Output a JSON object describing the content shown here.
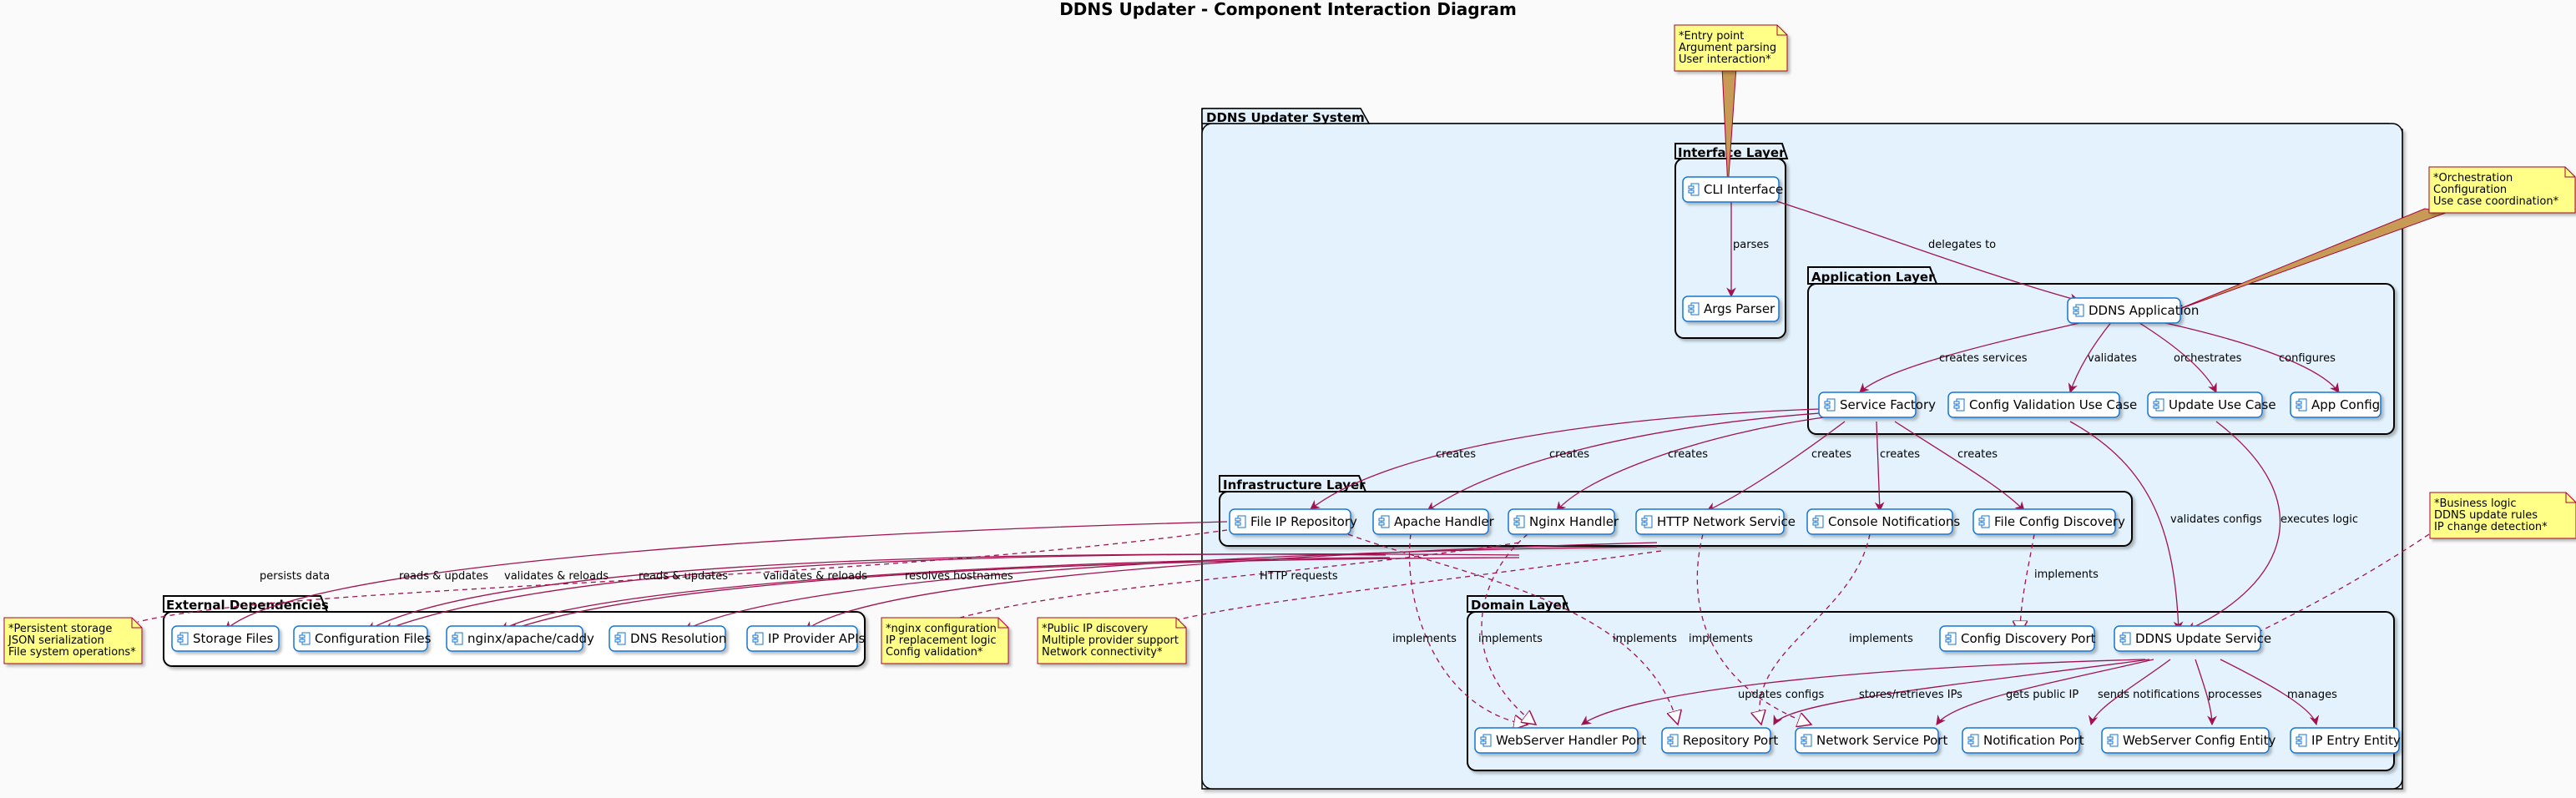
{
  "title": "DDNS Updater - Component Interaction Diagram",
  "colors": {
    "background": "#fafafa",
    "package_fill": "#e3f2fd",
    "package_border": "#000000",
    "component_fill": "#ffffff",
    "component_border": "#1976d2",
    "arrow": "#a0134f",
    "note_fill": "#ffff88",
    "note_border": "#a80036"
  },
  "packages": {
    "system": "DDNS Updater System",
    "interface": "Interface Layer",
    "application": "Application Layer",
    "infrastructure": "Infrastructure Layer",
    "domain": "Domain Layer",
    "external": "External Dependencies"
  },
  "components": {
    "cli": "CLI Interface",
    "args": "Args Parser",
    "ddns_app": "DDNS Application",
    "factory": "Service Factory",
    "config_val": "Config Validation Use Case",
    "update_uc": "Update Use Case",
    "app_config": "App Config",
    "file_ip_repo": "File IP Repository",
    "apache": "Apache Handler",
    "nginx": "Nginx Handler",
    "http_net": "HTTP Network Service",
    "console_notif": "Console Notifications",
    "file_config_disc": "File Config Discovery",
    "config_disc_port": "Config Discovery Port",
    "ddns_update_svc": "DDNS Update Service",
    "ws_handler_port": "WebServer Handler Port",
    "repo_port": "Repository Port",
    "net_port": "Network Service Port",
    "notif_port": "Notification Port",
    "ws_config_entity": "WebServer Config Entity",
    "ip_entry_entity": "IP Entry Entity",
    "storage_files": "Storage Files",
    "config_files": "Configuration Files",
    "web_servers": "nginx/apache/caddy",
    "dns_res": "DNS Resolution",
    "ip_apis": "IP Provider APIs"
  },
  "edge_labels": {
    "delegates": "delegates to",
    "parses": "parses",
    "creates_services": "creates services",
    "validates": "validates",
    "orchestrates": "orchestrates",
    "configures": "configures",
    "creates": "creates",
    "validates_configs": "validates configs",
    "executes_logic": "executes logic",
    "implements": "implements",
    "persists": "persists data",
    "reads_updates": "reads & updates",
    "validates_reloads": "validates & reloads",
    "resolves": "resolves hostnames",
    "http_requests": "HTTP requests",
    "updates_configs": "updates configs",
    "stores_ips": "stores/retrieves IPs",
    "gets_ip": "gets public IP",
    "sends_notif": "sends notifications",
    "processes": "processes",
    "manages": "manages"
  },
  "notes": {
    "entry": [
      "*Entry point",
      "Argument parsing",
      "User interaction*"
    ],
    "orchestration": [
      "*Orchestration",
      "Configuration",
      "Use case coordination*"
    ],
    "business": [
      "*Business logic",
      "DDNS update rules",
      "IP change detection*"
    ],
    "persistent": [
      "*Persistent storage",
      "JSON serialization",
      "File system operations*"
    ],
    "nginx": [
      "*nginx configuration",
      "IP replacement logic",
      "Config validation*"
    ],
    "public_ip": [
      "*Public IP discovery",
      "Multiple provider support",
      "Network connectivity*"
    ]
  }
}
